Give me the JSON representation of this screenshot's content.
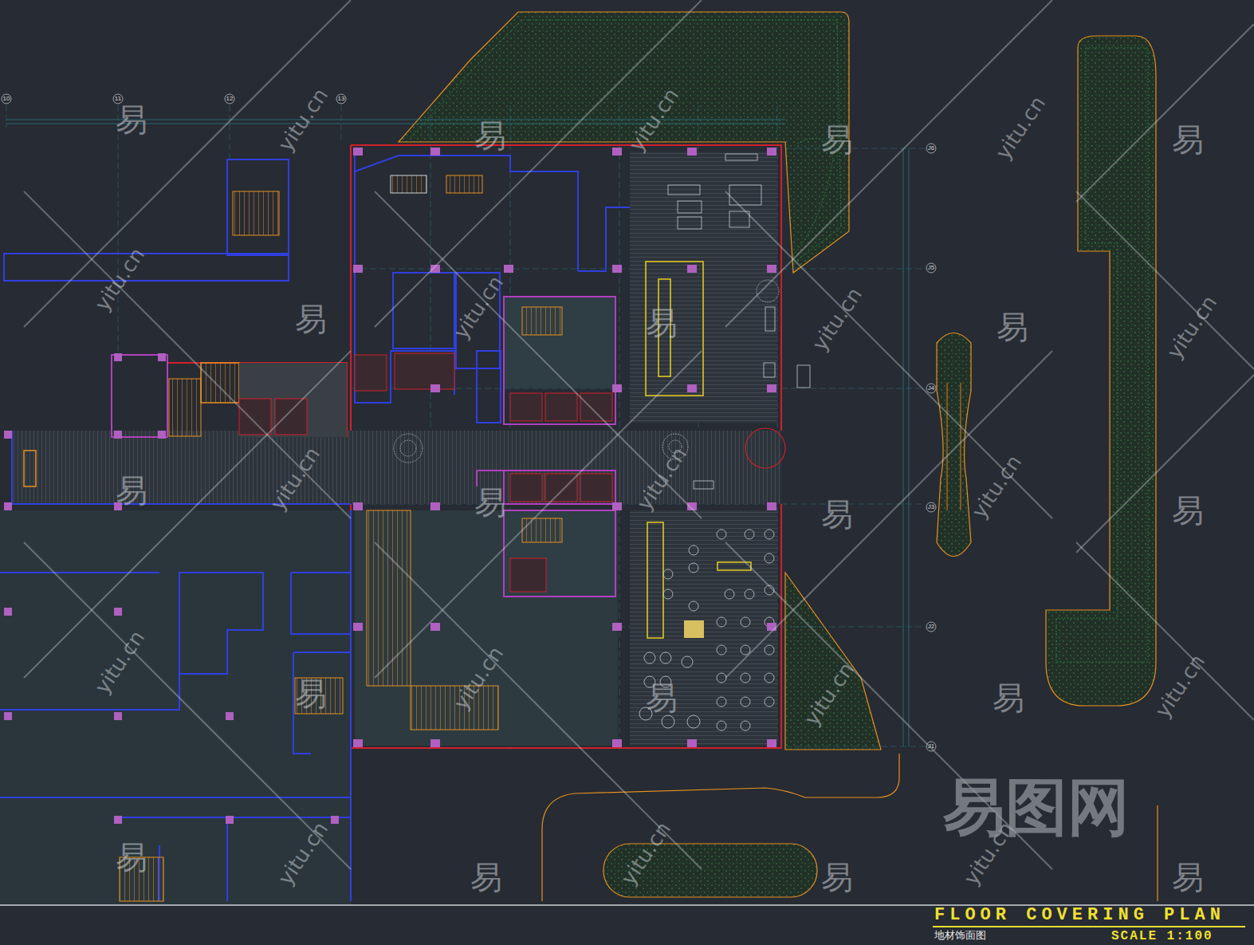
{
  "diagram": {
    "title": "FLOOR COVERING PLAN",
    "labels": [
      "10",
      "11",
      "12",
      "13",
      "J6",
      "J5",
      "J4",
      "J3",
      "J2",
      "J1",
      "易",
      "易",
      "易",
      "易",
      "易",
      "易",
      "易",
      "易",
      "易",
      "易",
      "易",
      "易",
      "易",
      "易",
      "易",
      "易",
      "易",
      "易",
      "yitu.cn",
      "yitu.cn",
      "yitu.cn",
      "yitu.cn",
      "yitu.cn",
      "yitu.cn",
      "yitu.cn",
      "yitu.cn",
      "yitu.cn",
      "yitu.cn",
      "yitu.cn",
      "yitu.cn",
      "yitu.cn",
      "yitu.cn",
      "yitu.cn",
      "yitu.cn",
      "yitu.cn",
      "易图网",
      "地材饰面图",
      "SCALE 1:100"
    ]
  }
}
